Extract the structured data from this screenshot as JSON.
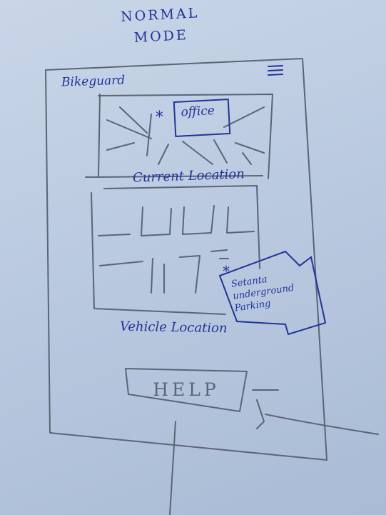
{
  "screen": {
    "mode_title": "NORMAL MODE"
  },
  "header": {
    "app_name": "Bikeguard",
    "menu_icon": "hamburger-menu-icon"
  },
  "current_location": {
    "map_icon": "map-icon",
    "pin": "*",
    "pin_label": "office",
    "caption": "Current Location"
  },
  "vehicle_location": {
    "map_icon": "map-icon",
    "pin": "*",
    "pin_label": "Setanta underground Parking",
    "caption": "Vehicle Location"
  },
  "actions": {
    "help_label": "HELP"
  },
  "colors": {
    "ink": "#23339a",
    "pencil": "#5b6575",
    "paper": "#c2d0e4"
  }
}
